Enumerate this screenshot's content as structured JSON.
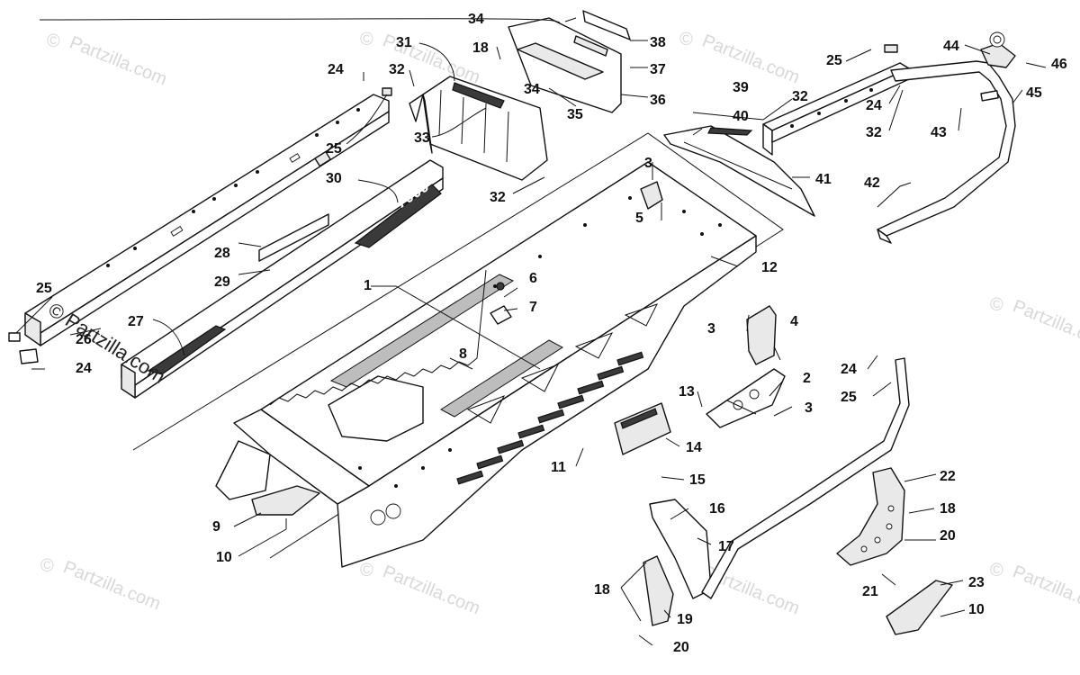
{
  "watermarks": {
    "copyright_symbol": "©",
    "text": "Partzilla.com",
    "overlay_text": "© Partzilla.com"
  },
  "decal_text": "7000",
  "callouts": {
    "c1": "1",
    "c2": "2",
    "c3a": "3",
    "c3b": "3",
    "c3c": "3",
    "c4": "4",
    "c5": "5",
    "c6": "6",
    "c7": "7",
    "c8": "8",
    "c9": "9",
    "c10a": "10",
    "c10b": "10",
    "c11": "11",
    "c12": "12",
    "c13": "13",
    "c14": "14",
    "c15": "15",
    "c16": "16",
    "c17": "17",
    "c18a": "18",
    "c18b": "18",
    "c18c": "18",
    "c19": "19",
    "c20a": "20",
    "c20b": "20",
    "c21": "21",
    "c22": "22",
    "c23": "23",
    "c24a": "24",
    "c24b": "24",
    "c24c": "24",
    "c24d": "24",
    "c25a": "25",
    "c25b": "25",
    "c25c": "25",
    "c25d": "25",
    "c26": "26",
    "c27": "27",
    "c28": "28",
    "c29": "29",
    "c30": "30",
    "c31": "31",
    "c32a": "32",
    "c32b": "32",
    "c32c": "32",
    "c32d": "32",
    "c33": "33",
    "c34a": "34",
    "c34b": "34",
    "c35": "35",
    "c36": "36",
    "c37": "37",
    "c38": "38",
    "c39": "39",
    "c40": "40",
    "c41": "41",
    "c42": "42",
    "c43": "43",
    "c44": "44",
    "c45": "45",
    "c46": "46"
  },
  "colors": {
    "line": "#111111",
    "watermark": "#d8d8d8",
    "background": "#ffffff"
  }
}
